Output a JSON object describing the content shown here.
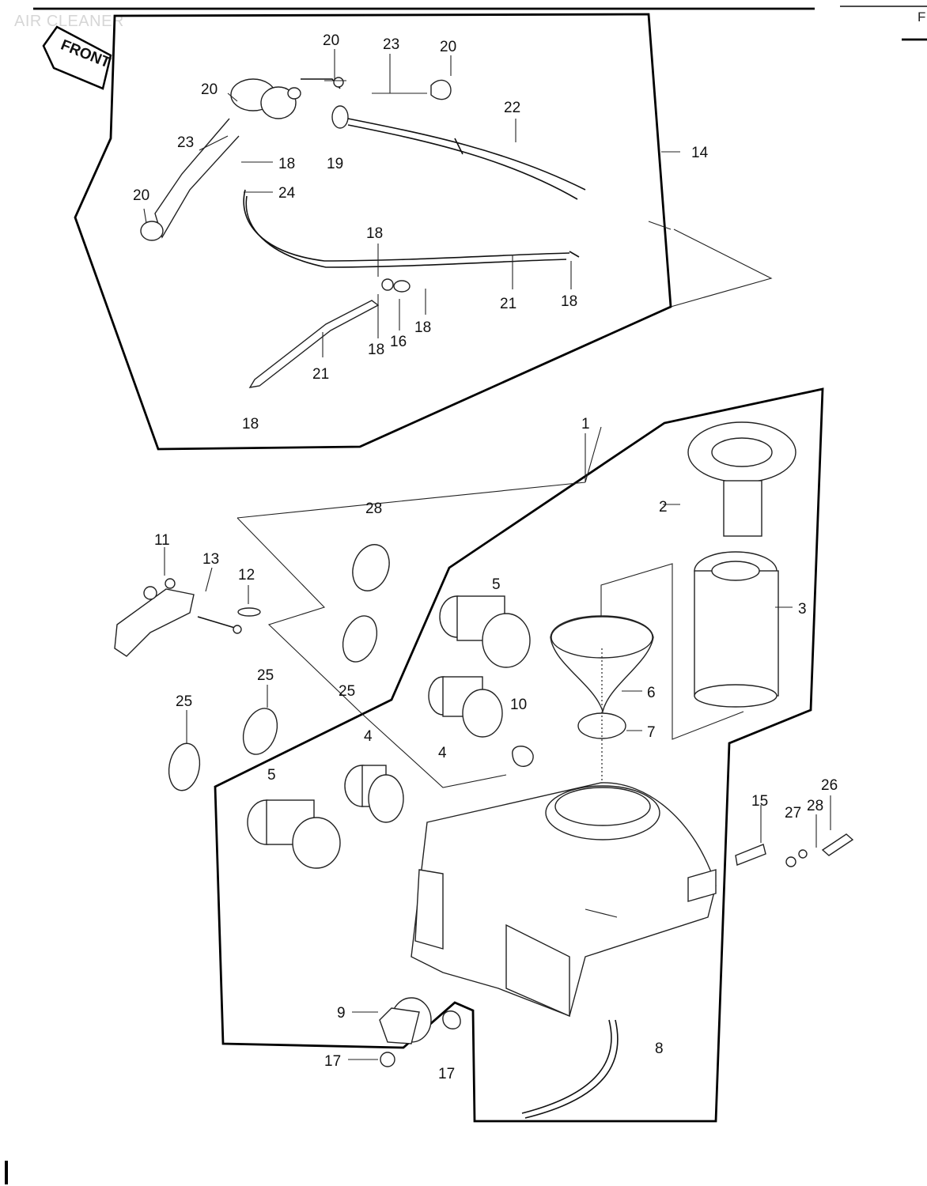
{
  "header": {
    "title": "AIR CLEANER",
    "corner_mark": "F"
  },
  "direction_tag": {
    "text": "FRONT"
  },
  "callouts": [
    {
      "id": "c-20a",
      "text": "20"
    },
    {
      "id": "c-23a",
      "text": "23"
    },
    {
      "id": "c-20b",
      "text": "20"
    },
    {
      "id": "c-20c",
      "text": "20"
    },
    {
      "id": "c-22",
      "text": "22"
    },
    {
      "id": "c-23b",
      "text": "23"
    },
    {
      "id": "c-18a",
      "text": "18"
    },
    {
      "id": "c-19",
      "text": "19"
    },
    {
      "id": "c-14",
      "text": "14"
    },
    {
      "id": "c-20d",
      "text": "20"
    },
    {
      "id": "c-24",
      "text": "24"
    },
    {
      "id": "c-18b",
      "text": "18"
    },
    {
      "id": "c-21a",
      "text": "21"
    },
    {
      "id": "c-18c",
      "text": "18"
    },
    {
      "id": "c-18d",
      "text": "18"
    },
    {
      "id": "c-16",
      "text": "16"
    },
    {
      "id": "c-18e",
      "text": "18"
    },
    {
      "id": "c-21b",
      "text": "21"
    },
    {
      "id": "c-18f",
      "text": "18"
    },
    {
      "id": "c-1",
      "text": "1"
    },
    {
      "id": "c-2",
      "text": "2"
    },
    {
      "id": "c-28a",
      "text": "28"
    },
    {
      "id": "c-11",
      "text": "11"
    },
    {
      "id": "c-13",
      "text": "13"
    },
    {
      "id": "c-12",
      "text": "12"
    },
    {
      "id": "c-5a",
      "text": "5"
    },
    {
      "id": "c-3",
      "text": "3"
    },
    {
      "id": "c-6",
      "text": "6"
    },
    {
      "id": "c-25a",
      "text": "25"
    },
    {
      "id": "c-25b",
      "text": "25"
    },
    {
      "id": "c-25c",
      "text": "25"
    },
    {
      "id": "c-10",
      "text": "10"
    },
    {
      "id": "c-4a",
      "text": "4"
    },
    {
      "id": "c-4b",
      "text": "4"
    },
    {
      "id": "c-7",
      "text": "7"
    },
    {
      "id": "c-5b",
      "text": "5"
    },
    {
      "id": "c-26",
      "text": "26"
    },
    {
      "id": "c-15",
      "text": "15"
    },
    {
      "id": "c-27",
      "text": "27"
    },
    {
      "id": "c-28b",
      "text": "28"
    },
    {
      "id": "c-9",
      "text": "9"
    },
    {
      "id": "c-8",
      "text": "8"
    },
    {
      "id": "c-17a",
      "text": "17"
    },
    {
      "id": "c-17b",
      "text": "17"
    }
  ]
}
